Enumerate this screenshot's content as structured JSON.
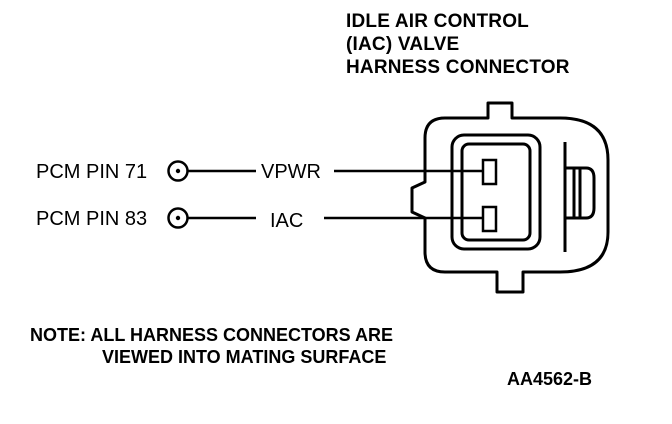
{
  "title": {
    "line1": "IDLE AIR CONTROL",
    "line2": "(IAC) VALVE",
    "line3": "HARNESS CONNECTOR"
  },
  "pins": [
    {
      "label": "PCM PIN 71",
      "circuit": "VPWR"
    },
    {
      "label": "PCM PIN 83",
      "circuit": "IAC"
    }
  ],
  "note": {
    "line1": "NOTE: ALL HARNESS CONNECTORS ARE",
    "line2": "VIEWED INTO MATING SURFACE"
  },
  "figure_code": "AA4562-B",
  "colors": {
    "ink": "#000000",
    "background": "#ffffff"
  }
}
